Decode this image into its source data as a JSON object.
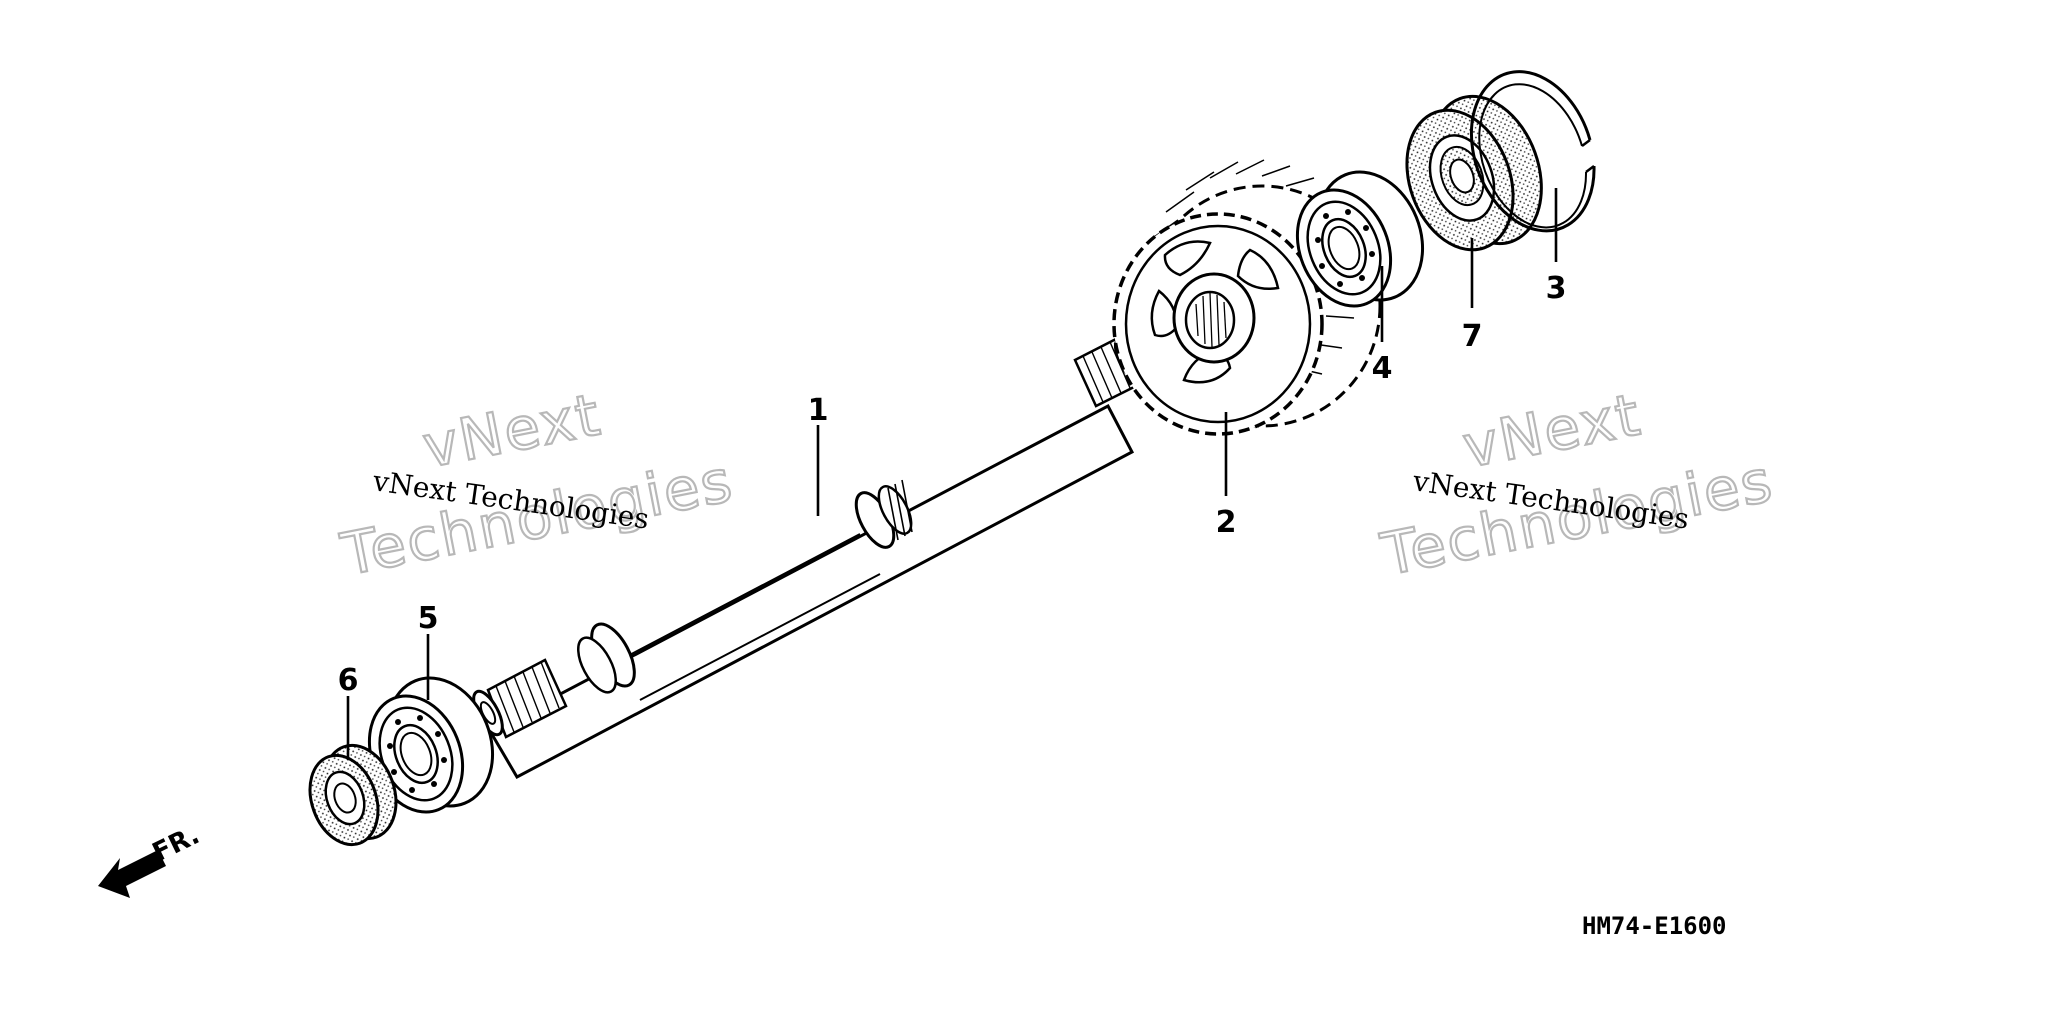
{
  "callouts": {
    "p1": "1",
    "p2": "2",
    "p3": "3",
    "p4": "4",
    "p5": "5",
    "p6": "6",
    "p7": "7"
  },
  "watermark": {
    "line_small": "vNext Technologies",
    "line_big_1": "vNext",
    "line_big_2": "Technologies"
  },
  "diagram_code": "HM74-E1600",
  "front_indicator": "FR."
}
